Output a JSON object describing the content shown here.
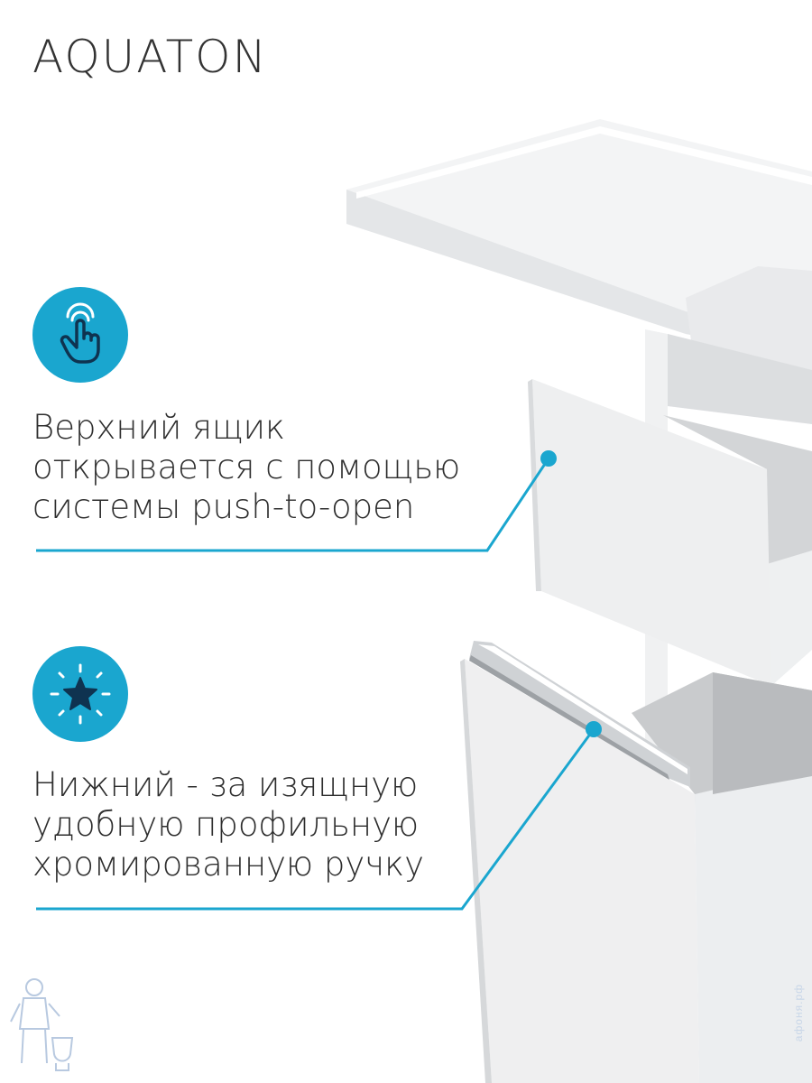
{
  "brand": {
    "name": "AQUATON"
  },
  "features": [
    {
      "icon": "touch-hand-icon",
      "lines": [
        "Верхний ящик",
        "открывается с помощью",
        "системы push-to-open"
      ]
    },
    {
      "icon": "star-sparkle-icon",
      "lines": [
        "Нижний - за изящную",
        "удобную профильную",
        "хромированную ручку"
      ]
    }
  ],
  "watermark": "афоня.рф",
  "colors": {
    "accent": "#1aa6cf",
    "text": "#2e2e2e",
    "icon_dark": "#0f3350"
  }
}
